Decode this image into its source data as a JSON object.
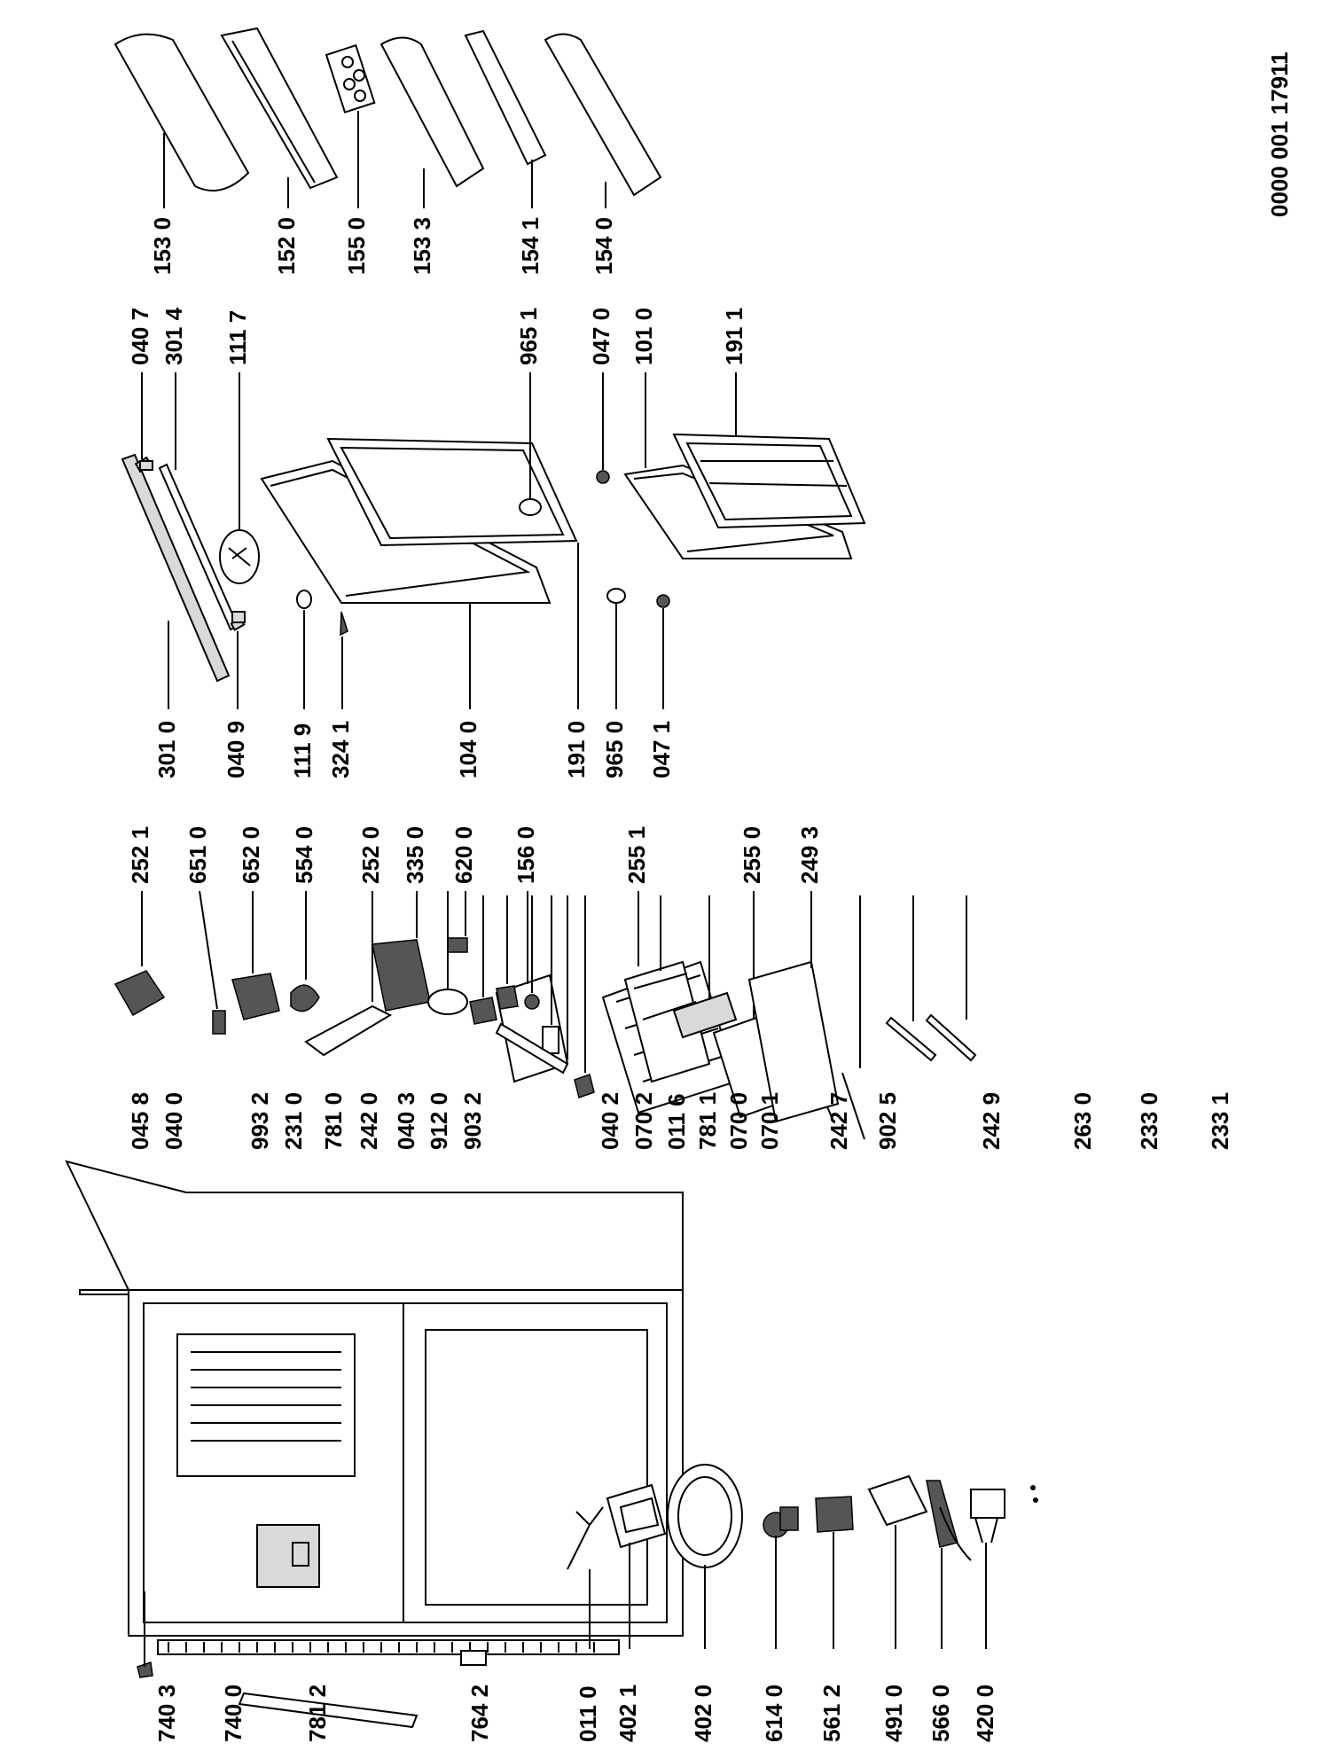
{
  "document_number": "0000 001 17911",
  "labels": {
    "l_153_0": "153 0",
    "l_152_0": "152 0",
    "l_155_0": "155 0",
    "l_153_3": "153 3",
    "l_154_1": "154 1",
    "l_154_0": "154 0",
    "l_040_7": "040 7",
    "l_301_4": "301 4",
    "l_111_7": "111 7",
    "l_965_1": "965 1",
    "l_047_0": "047 0",
    "l_101_0": "101 0",
    "l_191_1": "191 1",
    "l_301_0": "301 0",
    "l_040_9": "040 9",
    "l_111_9": "111 9",
    "l_324_1": "324 1",
    "l_104_0": "104 0",
    "l_191_0": "191 0",
    "l_965_0": "965 0",
    "l_047_1": "047 1",
    "l_252_1": "252 1",
    "l_651_0": "651 0",
    "l_652_0": "652 0",
    "l_554_0": "554 0",
    "l_252_0": "252 0",
    "l_335_0": "335 0",
    "l_620_0": "620 0",
    "l_156_0": "156 0",
    "l_255_1": "255 1",
    "l_255_0": "255 0",
    "l_249_3": "249 3",
    "l_045_8": "045 8",
    "l_040_0": "040 0",
    "l_993_2": "993 2",
    "l_231_0": "231 0",
    "l_781_0": "781 0",
    "l_242_0": "242 0",
    "l_040_3": "040 3",
    "l_912_0": "912 0",
    "l_903_2": "903 2",
    "l_040_2": "040 2",
    "l_070_2": "070 2",
    "l_011_6": "011 6",
    "l_781_1": "781 1",
    "l_070_0": "070 0",
    "l_070_1": "070 1",
    "l_242_7": "242 7",
    "l_902_5": "902 5",
    "l_242_9": "242 9",
    "l_263_0": "263 0",
    "l_233_0": "233 0",
    "l_233_1": "233 1",
    "l_740_3": "740 3",
    "l_740_0": "740 0",
    "l_781_2": "781 2",
    "l_764_2": "764 2",
    "l_011_0": "011 0",
    "l_402_1": "402 1",
    "l_402_0": "402 0",
    "l_614_0": "614 0",
    "l_561_2": "561 2",
    "l_491_0": "491 0",
    "l_566_0": "566 0",
    "l_420_0": "420 0"
  }
}
